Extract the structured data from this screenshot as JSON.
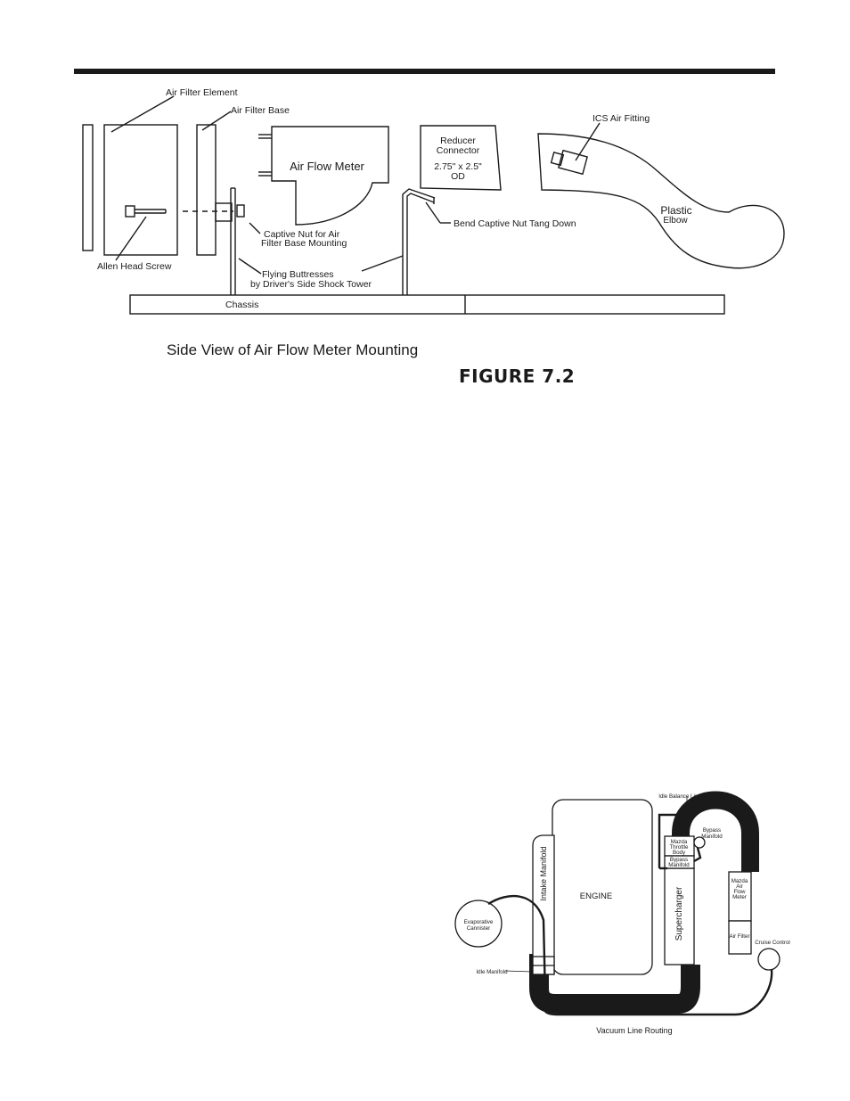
{
  "figure_number": "FIGURE 7.2",
  "side_view": {
    "caption": "Side View of Air Flow Meter Mounting",
    "labels": {
      "air_filter_element": "Air Filter Element",
      "air_filter_base": "Air Filter Base",
      "air_flow_meter": "Air Flow Meter",
      "reducer_line1": "Reducer",
      "reducer_line2": "Connector",
      "reducer_size1": "2.75\" x 2.5\"",
      "reducer_size2": "OD",
      "ics_air_fitting": "ICS Air Fitting",
      "plastic": "Plastic",
      "elbow": "Elbow",
      "bend_tang": "Bend Captive Nut Tang Down",
      "captive_nut_1": "Captive Nut for Air",
      "captive_nut_2": "Filter Base Mounting",
      "allen_screw": "Allen Head Screw",
      "buttresses_1": "Flying Buttresses",
      "buttresses_2": "by Driver's Side Shock Tower",
      "chassis": "Chassis"
    }
  },
  "vacuum": {
    "caption": "Vacuum Line Routing",
    "labels": {
      "idle_balance_line": "Idle Balance Line",
      "bypass_manifold_top_1": "Bypass",
      "bypass_manifold_top_2": "Manifold",
      "mazda_tb_1": "Mazda",
      "mazda_tb_2": "Throttle",
      "mazda_tb_3": "Body",
      "bypass_manifold_1": "Bypass",
      "bypass_manifold_2": "Manifold",
      "mazda_afm_1": "Mazda",
      "mazda_afm_2": "Air",
      "mazda_afm_3": "Flow",
      "mazda_afm_4": "Meter",
      "air_filter": "Air Filter",
      "cruise_control": "Cruise Control",
      "intake_manifold": "Intake Manifold",
      "engine": "ENGINE",
      "supercharger": "Supercharger",
      "evap_1": "Evaporative",
      "evap_2": "Cannister",
      "idle_manifold": "Idle Manifold"
    }
  }
}
